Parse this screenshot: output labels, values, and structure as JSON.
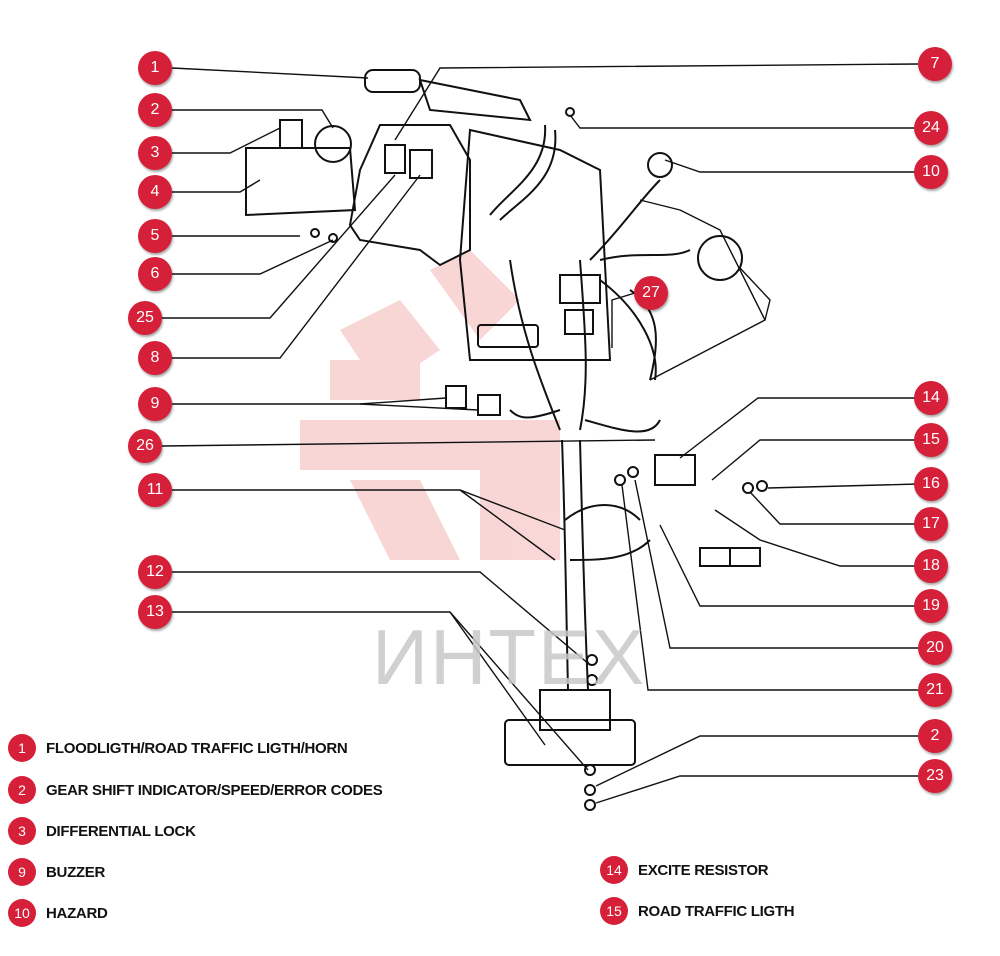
{
  "accent_color": "#d61f38",
  "callouts": [
    "1",
    "2",
    "3",
    "4",
    "5",
    "6",
    "25",
    "8",
    "9",
    "26",
    "11",
    "12",
    "13",
    "7",
    "24",
    "10",
    "27",
    "14",
    "15",
    "16",
    "17",
    "18",
    "19",
    "20",
    "21",
    "2",
    "23"
  ],
  "watermark": "ИНТЕХ",
  "legend_left": [
    {
      "num": "1",
      "text": "FLOODLIGTH/ROAD TRAFFIC LIGTH/HORN"
    },
    {
      "num": "2",
      "text": "GEAR SHIFT INDICATOR/SPEED/ERROR CODES"
    },
    {
      "num": "3",
      "text": "DIFFERENTIAL LOCK"
    },
    {
      "num": "9",
      "text": "BUZZER"
    },
    {
      "num": "10",
      "text": "HAZARD"
    }
  ],
  "legend_right": [
    {
      "num": "14",
      "text": "EXCITE RESISTOR"
    },
    {
      "num": "15",
      "text": "ROAD TRAFFIC LIGTH"
    }
  ]
}
